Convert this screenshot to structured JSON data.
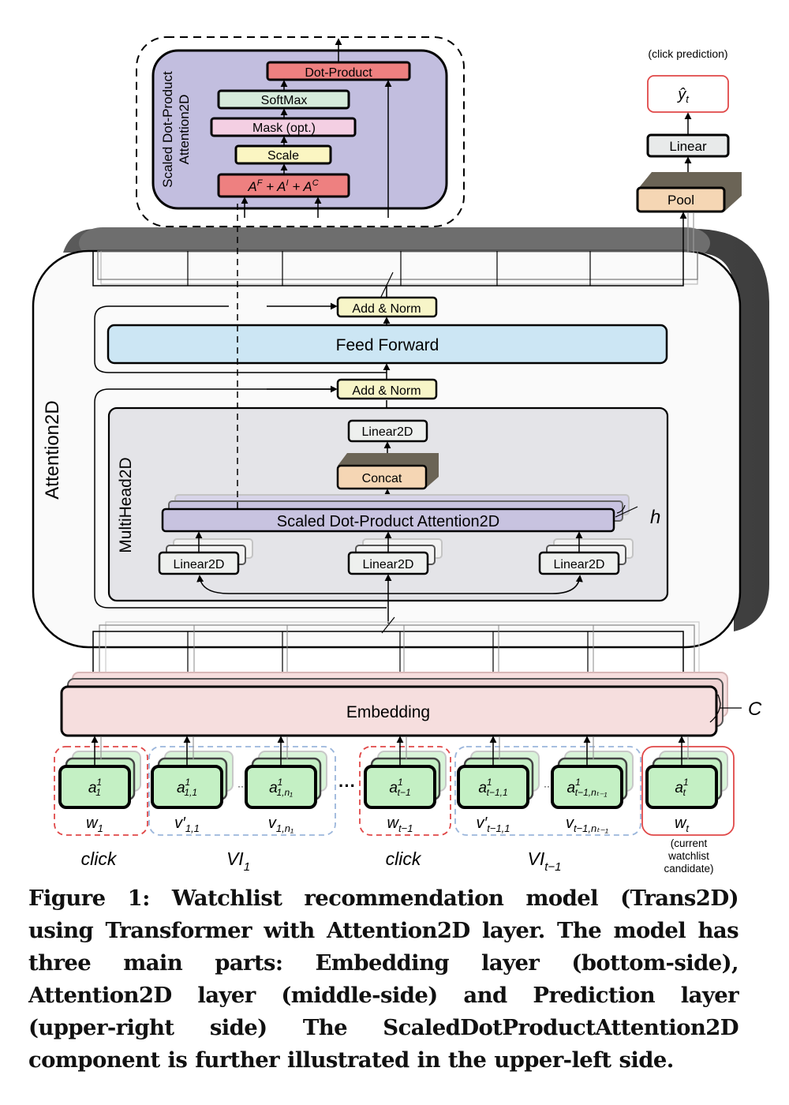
{
  "sdpa_inset": {
    "title_line1": "Scaled Dot-Product",
    "title_line2": "Attention2D",
    "blocks": {
      "dot_product": "Dot-Product",
      "softmax": "SoftMax",
      "mask": "Mask (opt.)",
      "scale": "Scale",
      "sum": "A^F + A^I + A^C"
    },
    "sum_parts": [
      "A",
      "F",
      " + A",
      "I",
      " + A",
      "C"
    ]
  },
  "prediction": {
    "caption": "(click prediction)",
    "output": "ŷ",
    "output_sub": "t",
    "linear": "Linear",
    "pool": "Pool"
  },
  "attention2d": {
    "label": "Attention2D",
    "add_norm_top": "Add & Norm",
    "feed_forward": "Feed Forward",
    "add_norm_bottom": "Add & Norm",
    "multihead": {
      "label": "MultiHead2D",
      "linear_out": "Linear2D",
      "concat": "Concat",
      "sdpa": "Scaled Dot-Product Attention2D",
      "heads_symbol": "h",
      "linear_inputs": [
        "Linear2D",
        "Linear2D",
        "Linear2D"
      ]
    }
  },
  "embedding": {
    "label": "Embedding",
    "channels_symbol": "C"
  },
  "inputs": {
    "tokens": [
      {
        "a": "a",
        "sup": "1",
        "sub": "1",
        "below": "w",
        "below_sub": "1",
        "group": "click"
      },
      {
        "a": "a",
        "sup": "1",
        "sub": "1,1",
        "below": "v′",
        "below_sub": "1,1",
        "group": "vi"
      },
      {
        "a": "a",
        "sup": "1",
        "sub": "1,n₁",
        "below": "v",
        "below_sub": "1,n₁",
        "group": "vi"
      },
      {
        "a": "a",
        "sup": "1",
        "sub": "t−1",
        "below": "w",
        "below_sub": "t−1",
        "group": "click"
      },
      {
        "a": "a",
        "sup": "1",
        "sub": "t−1,1",
        "below": "v′",
        "below_sub": "t−1,1",
        "group": "vi"
      },
      {
        "a": "a",
        "sup": "1",
        "sub": "t−1,nₜ₋₁",
        "below": "v",
        "below_sub": "t−1,nₜ₋₁",
        "group": "vi"
      },
      {
        "a": "a",
        "sup": "1",
        "sub": "t",
        "below": "w",
        "below_sub": "t",
        "group": "candidate"
      }
    ],
    "ellipsis_small": "···",
    "ellipsis_big": "···",
    "group_labels": [
      {
        "text": "click",
        "sub": ""
      },
      {
        "text": "VI",
        "sub": "1"
      },
      {
        "text": "click",
        "sub": ""
      },
      {
        "text": "VI",
        "sub": "t−1"
      }
    ],
    "candidate_note": [
      "(current",
      "watchlist",
      "candidate)"
    ]
  },
  "colors": {
    "sdpa_bg": "#c2bedf",
    "dot_product": "#ee8080",
    "softmax": "#d6ebdb",
    "mask": "#f4cfe3",
    "scale": "#fbf6c2",
    "sum": "#ee8080",
    "feed_forward": "#cce6f4",
    "add_norm": "#f7f5c8",
    "multihead_bg": "#e4e4e8",
    "sdpa_bar": "#c8c3e0",
    "concat": "#f5d6b4",
    "pool": "#f5d6b4",
    "box3d_dark": "#6b6456",
    "embedding": "#f6dede",
    "token": "#c4f0c4",
    "click_dash": "#e04848",
    "vi_dash": "#9bb6db",
    "candidate_border": "#e04848",
    "output_border": "#e04848"
  },
  "caption": "Figure 1: Watchlist recommendation model (Trans2D) using Transformer with Attention2D layer. The model has three main parts: Embedding layer (bottom-side), Attention2D layer (middle-side) and Prediction layer (upper-right side) The ScaledDotProductAttention2D component is further illustrated in the upper-left side."
}
